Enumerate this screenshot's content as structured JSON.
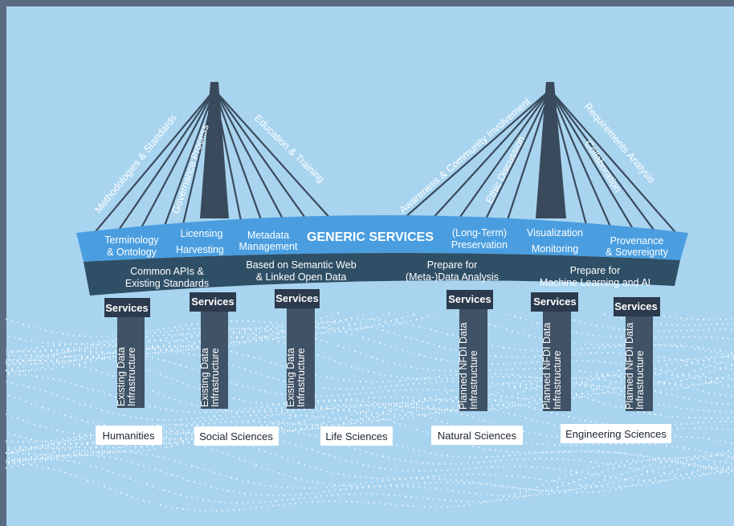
{
  "title": "GENERIC SERVICES",
  "colors": {
    "background": "#a9d4ef",
    "frame": "#5a6b82",
    "deck_top": "#4a9ee0",
    "deck_bottom": "#2f4f66",
    "pillar": "#3f5266",
    "service_box": "#2b3a4d",
    "tower": "#394a5c"
  },
  "cables_left": [
    {
      "label": "Methodologies & Standards"
    },
    {
      "label": "Governance Process"
    },
    {
      "label": "Education & Training"
    }
  ],
  "cables_right": [
    {
      "label": "Awareness & Community Involvement"
    },
    {
      "label": "Ethic Discussion"
    },
    {
      "label": "Requirements Analysis"
    },
    {
      "label": "Collaboration"
    }
  ],
  "deck_top_items": [
    {
      "lines": [
        "Terminology",
        "& Ontology"
      ]
    },
    {
      "lines": [
        "Licensing"
      ]
    },
    {
      "lines": [
        "Harvesting"
      ]
    },
    {
      "lines": [
        "Metadata",
        "Management"
      ]
    },
    {
      "lines": [
        "(Long-Term)",
        "Preservation"
      ]
    },
    {
      "lines": [
        "Visualization"
      ]
    },
    {
      "lines": [
        "Monitoring"
      ]
    },
    {
      "lines": [
        "Provenance",
        "& Sovereignty"
      ]
    }
  ],
  "deck_bottom_items": [
    {
      "lines": [
        "Common APIs &",
        "Existing Standards"
      ]
    },
    {
      "lines": [
        "Based on Semantic Web",
        "& Linked Open Data"
      ]
    },
    {
      "lines": [
        "Prepare for",
        "(Meta-)Data Analysis"
      ]
    },
    {
      "lines": [
        "Prepare for",
        "Machine Learning and AI"
      ]
    }
  ],
  "pillars": [
    {
      "service": "Services",
      "lines": [
        "Existing Data",
        "Infrastructure"
      ]
    },
    {
      "service": "Services",
      "lines": [
        "Existing Data",
        "Infrastructure"
      ]
    },
    {
      "service": "Services",
      "lines": [
        "Existing Data",
        "Infrastructure"
      ]
    },
    {
      "service": "Services",
      "lines": [
        "Planned NFDI Data",
        "Infrastructure"
      ]
    },
    {
      "service": "Services",
      "lines": [
        "Planned NFDI Data",
        "Infrastructure"
      ]
    },
    {
      "service": "Services",
      "lines": [
        "Planned NFDI Data",
        "Infrastructure"
      ]
    }
  ],
  "categories": [
    {
      "label": "Humanities"
    },
    {
      "label": "Social Sciences"
    },
    {
      "label": "Life Sciences"
    },
    {
      "label": "Natural Sciences"
    },
    {
      "label": "Engineering Sciences"
    }
  ]
}
